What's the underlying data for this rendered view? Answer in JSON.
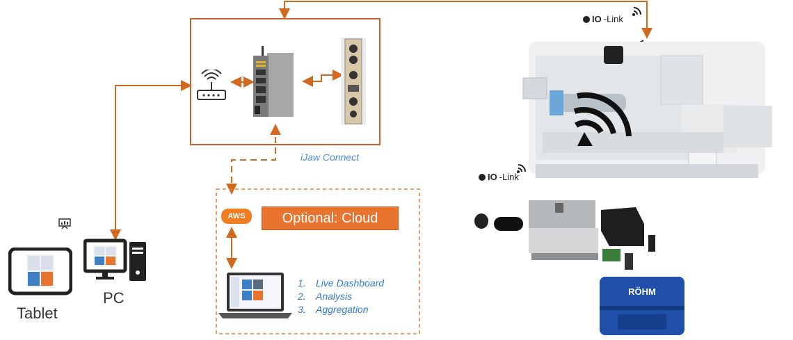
{
  "colors": {
    "accent": "#d2691e",
    "cloud_fill": "#e8742f",
    "link_blue": "#4a8fd6"
  },
  "labels": {
    "ijaw_connect": "iJaw Connect",
    "optional_cloud": "Optional: Cloud",
    "aws": "AWS",
    "tablet": "Tablet",
    "pc": "PC",
    "io_link_top": {
      "io": "IO",
      "link": "-Link"
    },
    "io_link_mid": {
      "io": "IO",
      "link": "-Link"
    },
    "box_brand": "RÖHM"
  },
  "cloud_features": [
    {
      "num": "1.",
      "text": "Live Dashboard"
    },
    {
      "num": "2.",
      "text": "Analysis"
    },
    {
      "num": "3.",
      "text": "Aggregation"
    }
  ],
  "icons": [
    "router-wifi-icon",
    "edge-gateway-icon",
    "io-module-icon",
    "aws-cloud-icon",
    "laptop-icon",
    "tablet-icon",
    "pc-icon",
    "presentation-icon",
    "io-link-icon",
    "wireless-signal-icon",
    "machine-image",
    "jaw-kit-image",
    "storage-box-image"
  ]
}
